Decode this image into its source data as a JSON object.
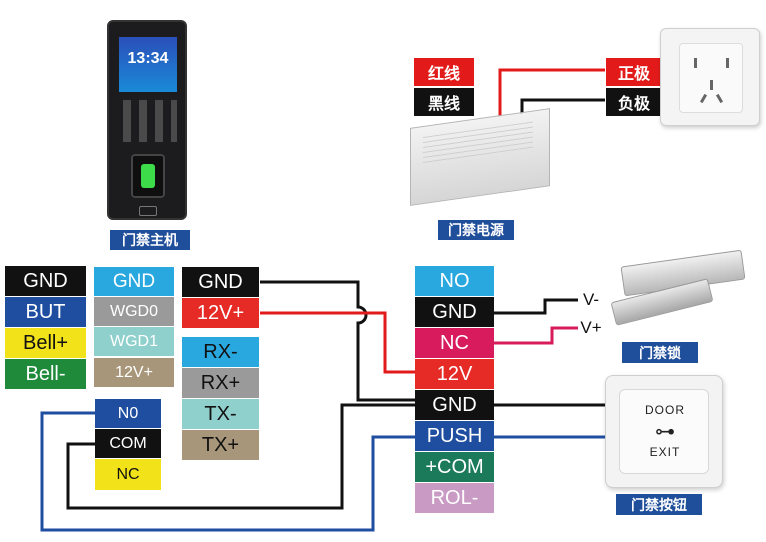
{
  "devices": {
    "controller": {
      "caption": "门禁主机",
      "screen_time": "13:34"
    },
    "power_supply": {
      "caption": "门禁电源",
      "labels": [
        "红线",
        "黑线"
      ]
    },
    "outlet": {
      "labels": [
        "正极",
        "负极"
      ]
    },
    "lock": {
      "caption": "门禁锁",
      "labels": [
        "V-",
        "V+"
      ]
    },
    "exit_button": {
      "caption": "门禁按钮",
      "door": "DOOR",
      "exit": "EXIT"
    }
  },
  "blocks": {
    "left_signals": [
      {
        "label": "GND",
        "bg": "#111111",
        "fg": "#ffffff"
      },
      {
        "label": "BUT",
        "bg": "#1f4ea0",
        "fg": "#ffffff"
      },
      {
        "label": "Bell+",
        "bg": "#f2e21a",
        "fg": "#111111"
      },
      {
        "label": "Bell-",
        "bg": "#1e8a3a",
        "fg": "#ffffff"
      }
    ],
    "wiegand": [
      {
        "label": "GND",
        "bg": "#29a8e0",
        "fg": "#ffffff"
      },
      {
        "label": "WGD0",
        "bg": "#9a9a9a",
        "fg": "#ffffff"
      },
      {
        "label": "WGD1",
        "bg": "#8fd0cc",
        "fg": "#ffffff"
      },
      {
        "label": "12V+",
        "bg": "#a8967a",
        "fg": "#ffffff"
      }
    ],
    "power_in": [
      {
        "label": "GND",
        "bg": "#111111",
        "fg": "#ffffff"
      },
      {
        "label": "12V+",
        "bg": "#e62a26",
        "fg": "#ffffff"
      }
    ],
    "serial": [
      {
        "label": "RX-",
        "bg": "#29a8e0",
        "fg": "#111111"
      },
      {
        "label": "RX+",
        "bg": "#9a9a9a",
        "fg": "#111111"
      },
      {
        "label": "TX-",
        "bg": "#8fd0cc",
        "fg": "#111111"
      },
      {
        "label": "TX+",
        "bg": "#a8967a",
        "fg": "#111111"
      }
    ],
    "relay": [
      {
        "label": "N0",
        "bg": "#1f4ea0",
        "fg": "#ffffff"
      },
      {
        "label": "COM",
        "bg": "#111111",
        "fg": "#ffffff"
      },
      {
        "label": "NC",
        "bg": "#f2e21a",
        "fg": "#111111"
      }
    ],
    "power_supply_terminals": [
      {
        "label": "NO",
        "bg": "#29a8e0",
        "fg": "#ffffff"
      },
      {
        "label": "GND",
        "bg": "#111111",
        "fg": "#ffffff"
      },
      {
        "label": "NC",
        "bg": "#d81b5c",
        "fg": "#ffffff"
      },
      {
        "label": "12V",
        "bg": "#e62a26",
        "fg": "#ffffff"
      },
      {
        "label": "GND",
        "bg": "#111111",
        "fg": "#ffffff"
      },
      {
        "label": "PUSH",
        "bg": "#1f4ea0",
        "fg": "#ffffff"
      },
      {
        "label": "+COM",
        "bg": "#1a7a5a",
        "fg": "#ffffff"
      },
      {
        "label": "ROL-",
        "bg": "#c89ac4",
        "fg": "#ffffff"
      }
    ]
  },
  "colors": {
    "red_wire": "#e21a1a",
    "black_wire": "#111111",
    "blue_wire": "#1f4ea0",
    "magenta_wire": "#d81b5c",
    "caption_bg": "#1f4e9a"
  }
}
